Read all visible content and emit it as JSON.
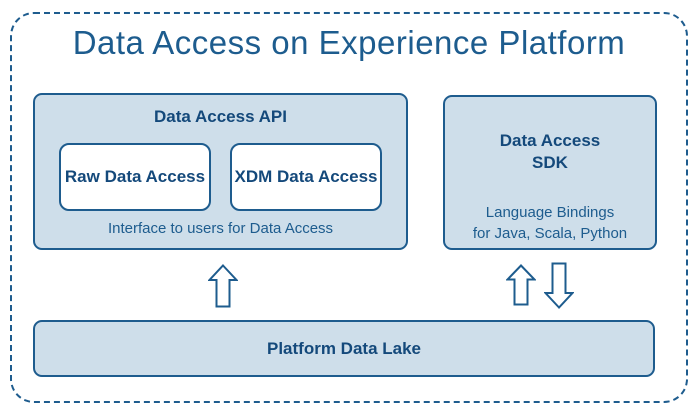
{
  "colors": {
    "outline": "#1E5C8E",
    "box_fill": "#CEDEEA",
    "heading_text": "#14497B",
    "body_text": "#1D5C8E",
    "white": "#FFFFFF"
  },
  "diagram": {
    "title": "Data Access on Experience Platform",
    "api_box": {
      "title": "Data Access API",
      "children": [
        {
          "label": "Raw Data Access"
        },
        {
          "label": "XDM Data Access"
        }
      ],
      "caption": "Interface to users for Data Access"
    },
    "sdk_box": {
      "title_line1": "Data Access",
      "title_line2": "SDK",
      "caption_line1": "Language Bindings",
      "caption_line2": "for Java, Scala, Python"
    },
    "lake_box": {
      "title": "Platform Data Lake"
    },
    "arrows": [
      {
        "id": "api-to-lake",
        "direction": "up"
      },
      {
        "id": "lake-to-sdk",
        "direction": "up"
      },
      {
        "id": "sdk-to-lake",
        "direction": "down"
      }
    ]
  }
}
